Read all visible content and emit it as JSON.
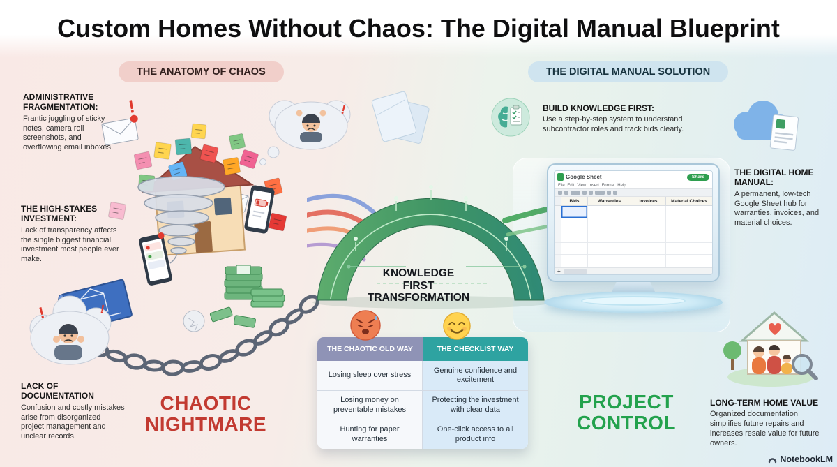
{
  "title": "Custom Homes Without Chaos: The Digital Manual Blueprint",
  "colors": {
    "chaos_accent": "#c23a31",
    "control_accent": "#23a24d",
    "old_way_header": "#8f93b6",
    "checklist_header": "#2ea3a1",
    "bridge_green": "#3f9465",
    "badge_chaos_bg": "#f1cfca",
    "badge_solution_bg": "#cfe4ef",
    "share_button": "#2e9e4f"
  },
  "sections": {
    "chaos": {
      "badge": "THE ANATOMY OF CHAOS",
      "big_label": "CHAOTIC NIGHTMARE",
      "notes": [
        {
          "heading": "ADMINISTRATIVE FRAGMENTATION:",
          "body": "Frantic juggling of sticky notes, camera roll screenshots, and overflowing email inboxes."
        },
        {
          "heading": "THE HIGH-STAKES INVESTMENT:",
          "body": "Lack of transparency affects the single biggest financial investment most people ever make."
        },
        {
          "heading": "LACK OF DOCUMENTATION",
          "body": "Confusion and costly mistakes arise from disorganized project management and unclear records."
        }
      ]
    },
    "solution": {
      "badge": "THE DIGITAL MANUAL SOLUTION",
      "big_label": "PROJECT CONTROL",
      "notes": [
        {
          "heading": "BUILD KNOWLEDGE FIRST:",
          "body": "Use a step-by-step system to understand subcontractor roles and track bids clearly."
        },
        {
          "heading": "THE DIGITAL HOME MANUAL:",
          "body": "A permanent, low-tech Google Sheet hub for warranties, invoices, and material choices."
        },
        {
          "heading": "LONG-TERM HOME VALUE",
          "body": "Organized documentation simplifies future repairs and increases resale value for future owners."
        }
      ]
    }
  },
  "bridge": {
    "lines": [
      "KNOWLEDGE",
      "FIRST",
      "TRANSFORMATION"
    ]
  },
  "comparison": {
    "old": {
      "header": "THE CHAOTIC OLD WAY",
      "items": [
        "Losing sleep over stress",
        "Losing money on preventable mistakes",
        "Hunting for paper warranties"
      ]
    },
    "new": {
      "header": "THE CHECKLIST WAY",
      "items": [
        "Genuine confidence and excitement",
        "Protecting the investment with clear data",
        "One-click access to all product info"
      ]
    }
  },
  "sheet_app": {
    "window_title": "Google Sheet",
    "menu": "File Edit View Insert Format Help",
    "share_label": "Share",
    "columns": [
      "Bids",
      "Warranties",
      "Invoices",
      "Material Choices"
    ]
  },
  "footer": {
    "brand": "NotebookLM"
  },
  "icons": {
    "alert": "!",
    "plus": "+"
  }
}
